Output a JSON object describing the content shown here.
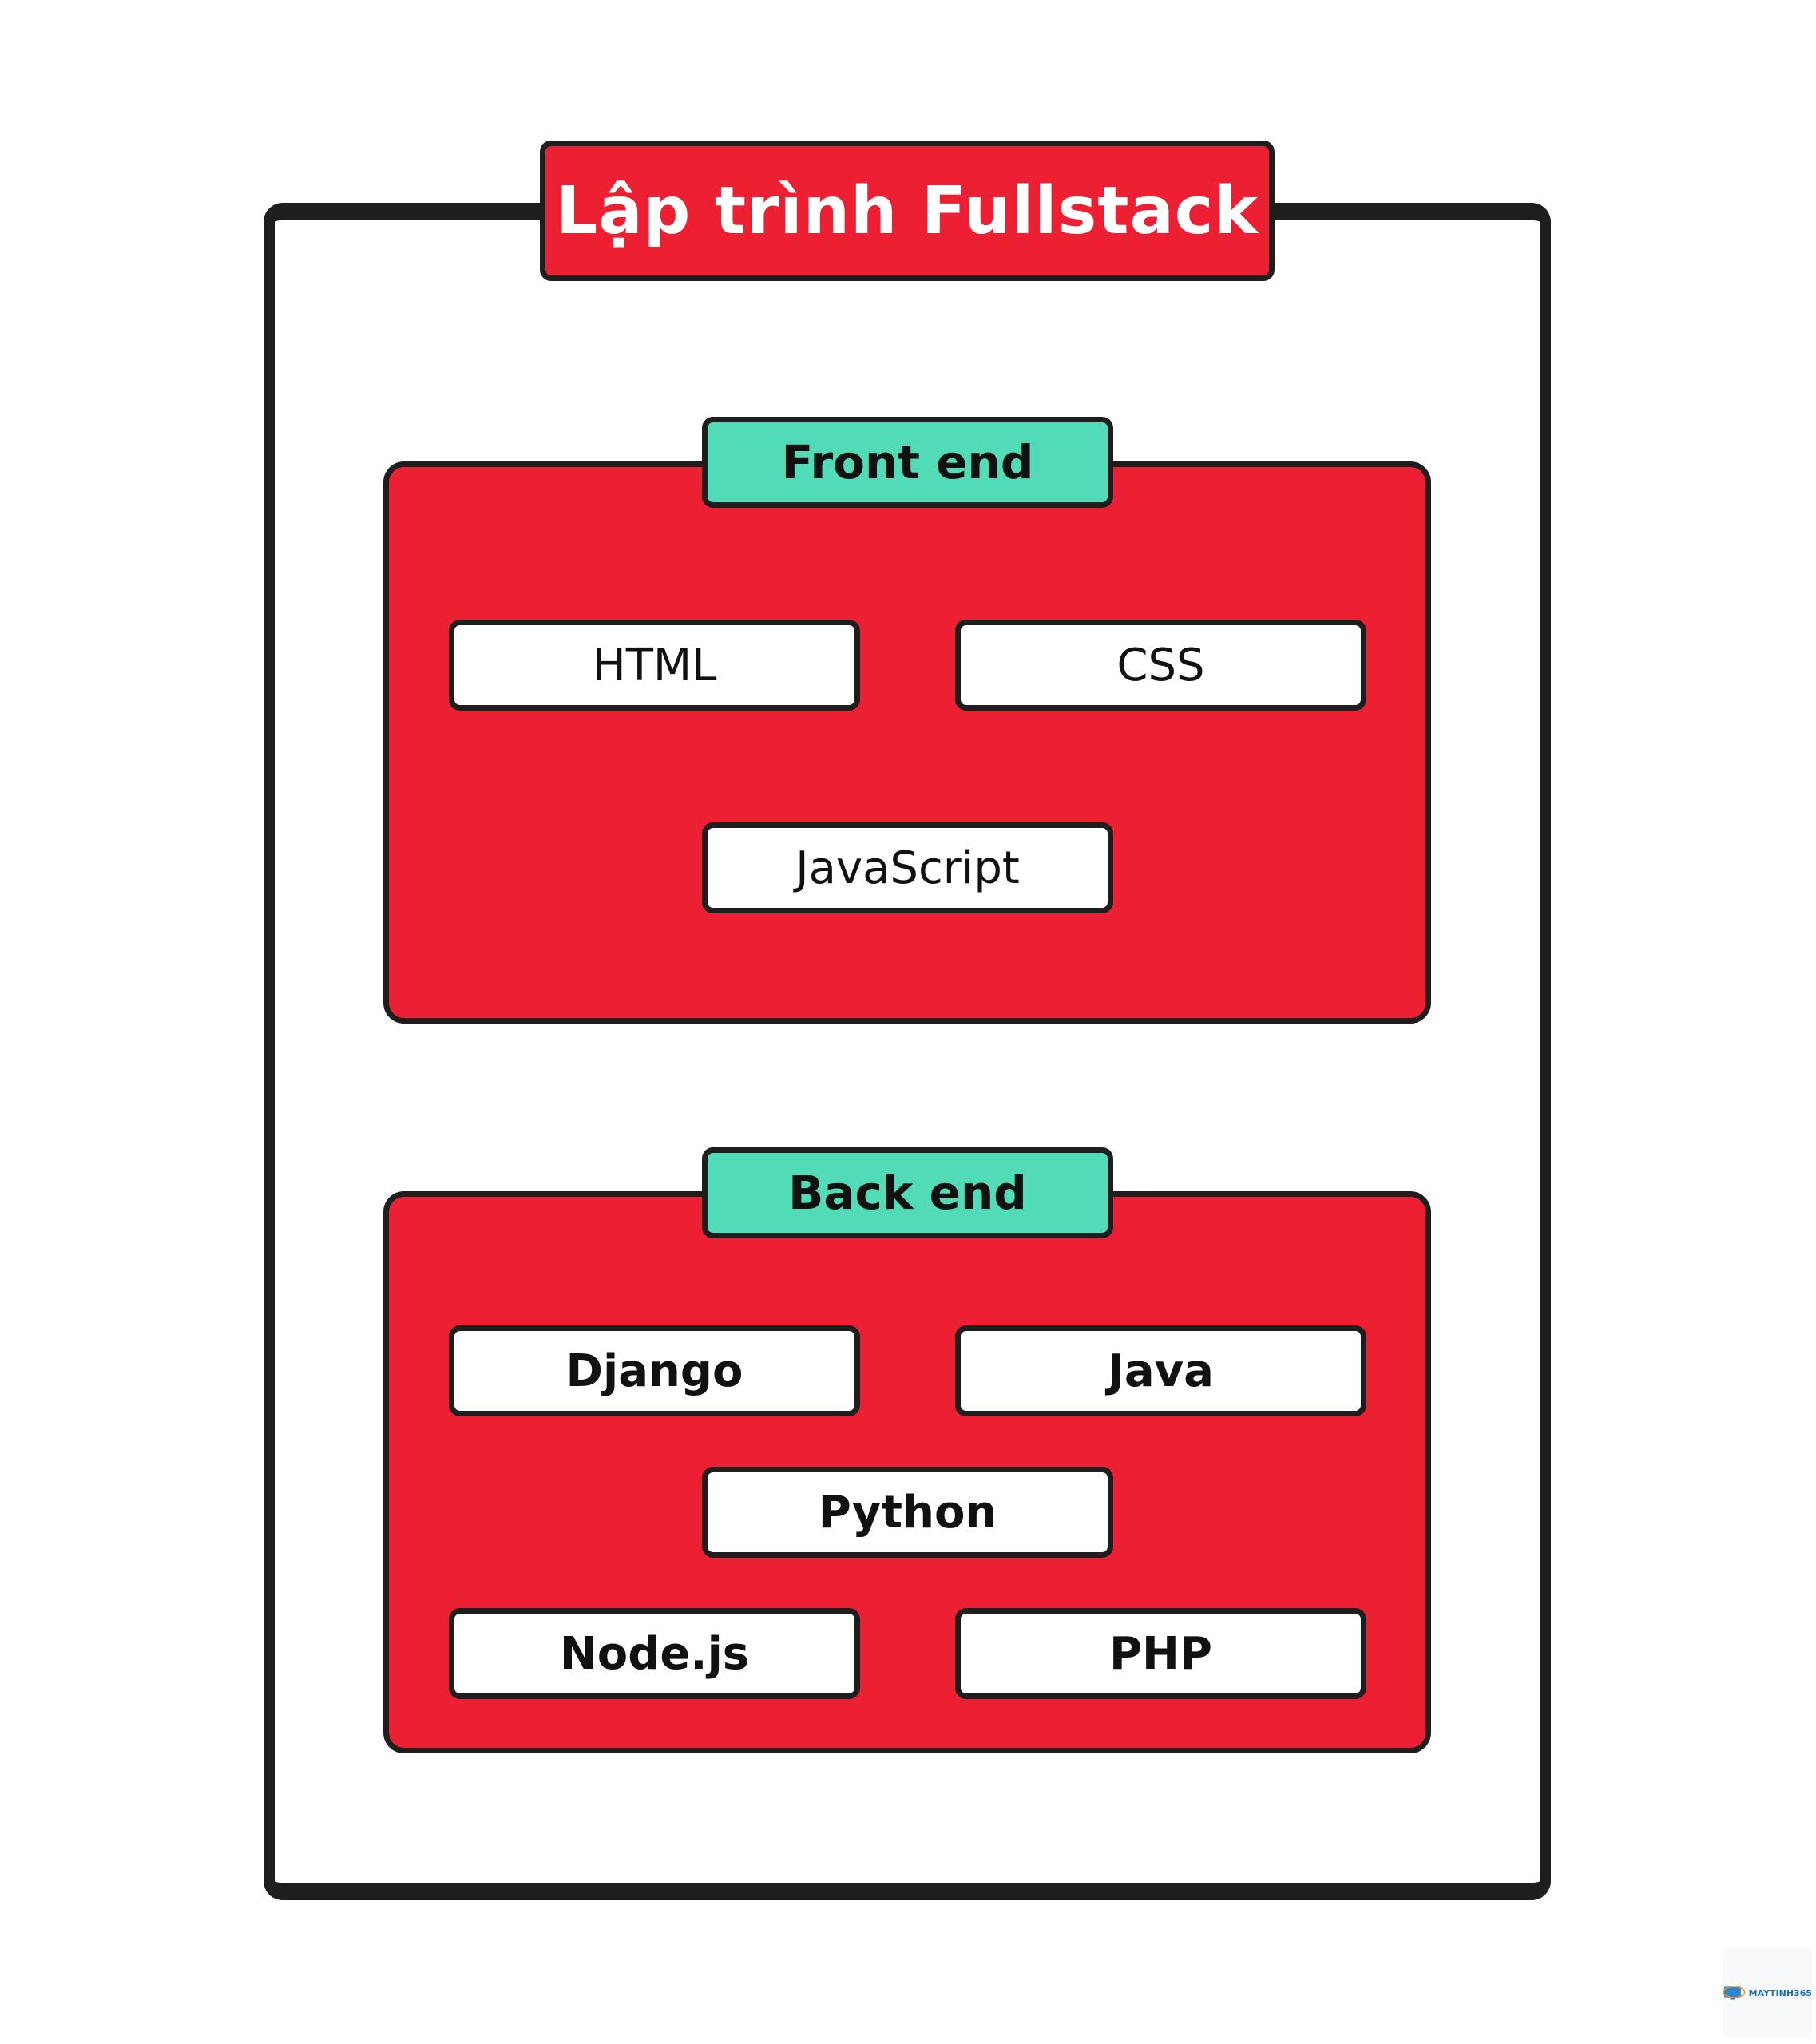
{
  "title": "Lập trình Fullstack",
  "front_end": {
    "label": "Front end",
    "items": [
      "HTML",
      "CSS",
      "JavaScript"
    ]
  },
  "back_end": {
    "label": "Back end",
    "items": [
      "Django",
      "Java",
      "Python",
      "Node.js",
      "PHP"
    ]
  },
  "watermark": {
    "text": "MAYTINH365"
  },
  "colors": {
    "title_bg": "#ed1f33",
    "panel_bg": "#ed1f33",
    "label_bg": "#52dbb7",
    "border": "#1e1e1e"
  }
}
